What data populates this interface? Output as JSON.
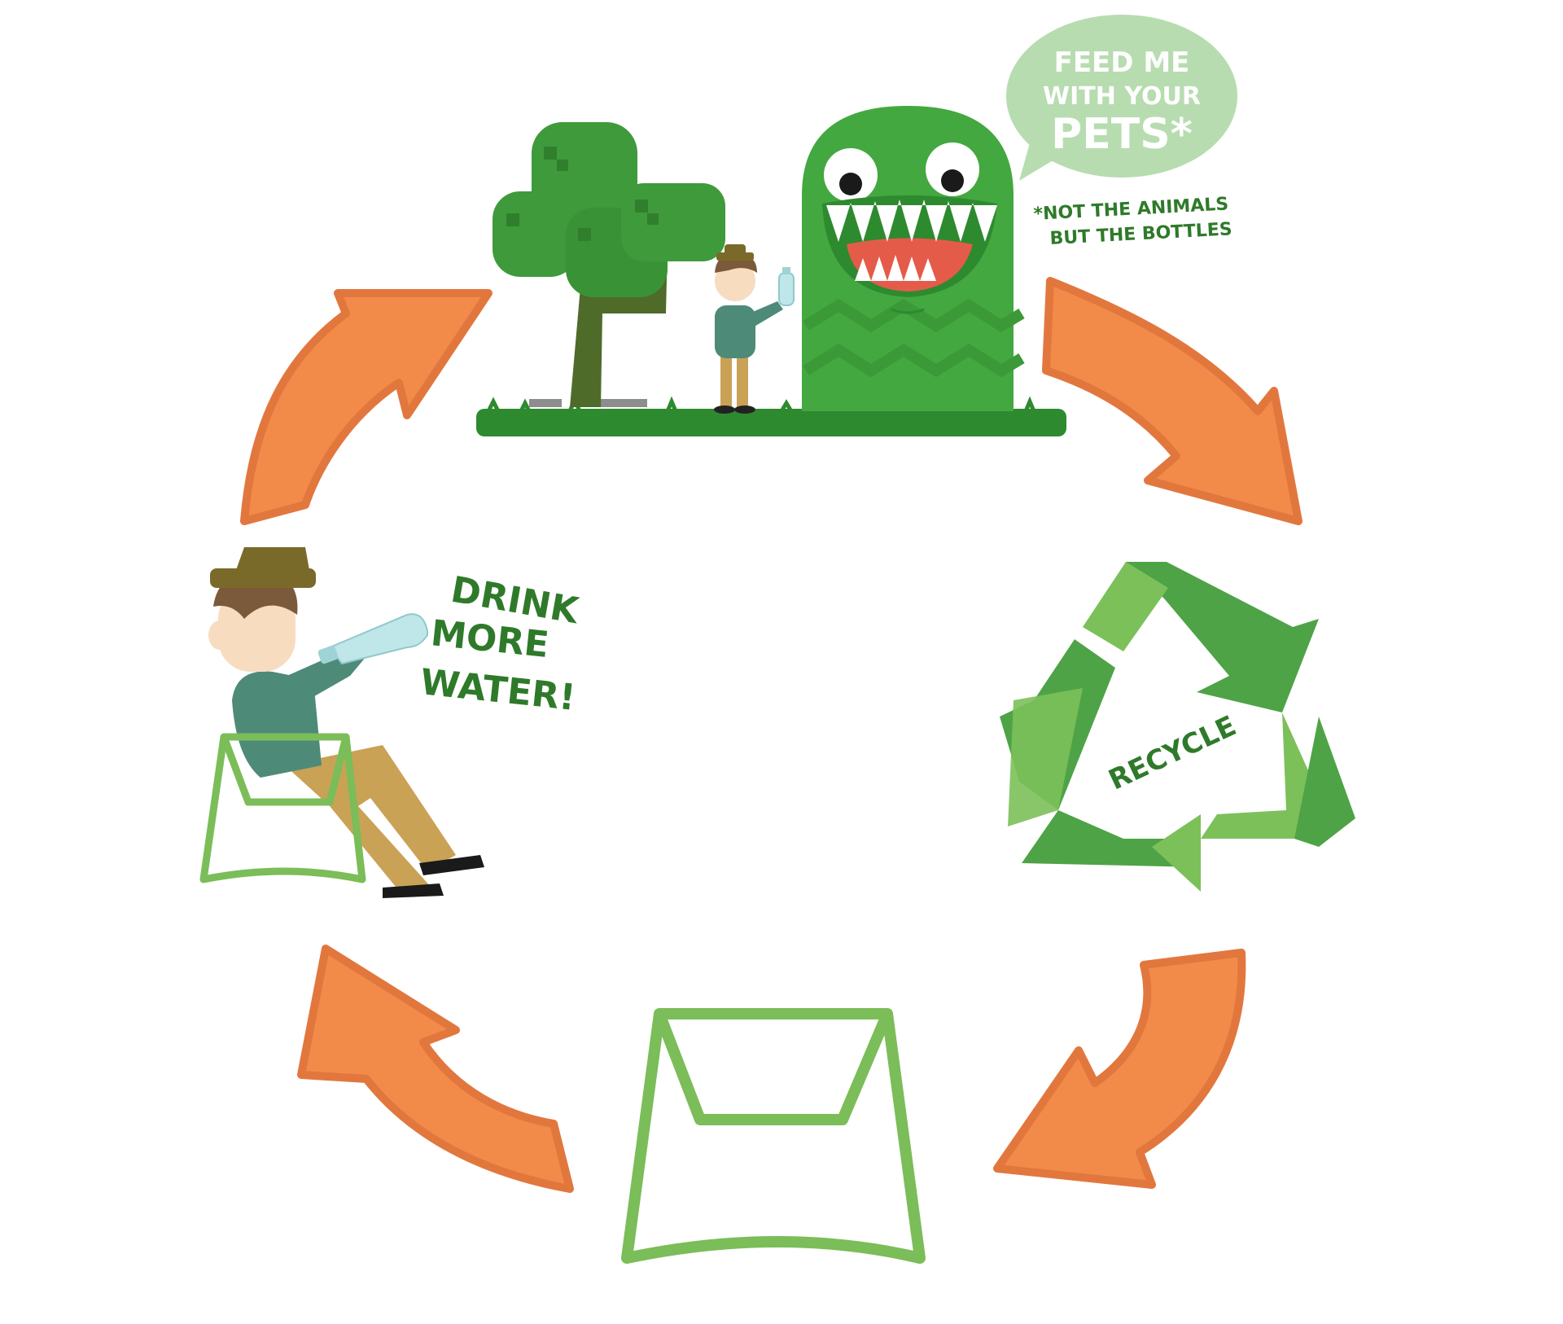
{
  "colors": {
    "arrow_fill": "#f28b4a",
    "arrow_edge": "#e2773e",
    "green_dark": "#2e7d32",
    "green_mid": "#4caf50",
    "green_light": "#7cc05a",
    "monster": "#43a83f",
    "bubble": "#b7dcb0",
    "chair_line": "#7bbd58",
    "text_green": "#2f7a2a"
  },
  "speech_bubble": {
    "line1": "FEED ME",
    "line2": "WITH YOUR",
    "line3": "PETS*"
  },
  "footnote": {
    "line1": "*NOT THE ANIMALS",
    "line2": "BUT THE BOTTLES"
  },
  "drink": {
    "line1": "DRINK",
    "line2": "MORE",
    "line3": "WATER!"
  },
  "recycle_label": "RECYCLE",
  "icons": [
    "cycle-arrow-icon",
    "recycle-icon",
    "tree-icon",
    "monster-bin-icon",
    "rocking-chair-icon",
    "water-bottle-icon"
  ]
}
